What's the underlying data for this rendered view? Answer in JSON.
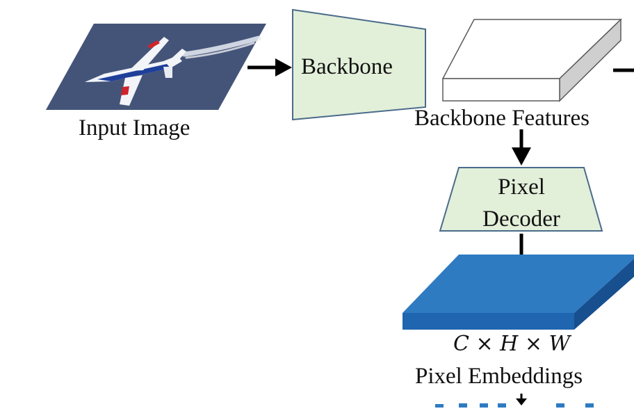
{
  "diagram": {
    "nodes": {
      "input_image": {
        "label": "Input Image"
      },
      "backbone": {
        "label": "Backbone"
      },
      "backbone_features": {
        "label": "Backbone Features"
      },
      "pixel_decoder": {
        "label_line1": "Pixel",
        "label_line2": "Decoder"
      },
      "pixel_embeddings": {
        "dims": "C × H × W",
        "label": "Pixel Embeddings"
      }
    },
    "edges": [
      {
        "from": "input_image",
        "to": "backbone"
      },
      {
        "from": "backbone_features",
        "to": "pixel_decoder"
      },
      {
        "from": "pixel_decoder",
        "to": "pixel_embeddings"
      }
    ],
    "colors": {
      "backbone_fill": "#e2efd9",
      "backbone_stroke": "#4a6b8a",
      "features_fill": "#ffffff",
      "features_side": "#cfcfcf",
      "embeddings_top": "#2e7bc2",
      "embeddings_front": "#1f65b0",
      "embeddings_side": "#174f8f",
      "image_bg": "#3b4a6e",
      "arrow": "#000000"
    }
  }
}
